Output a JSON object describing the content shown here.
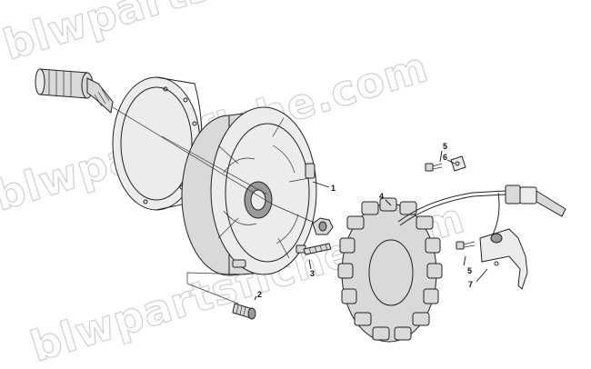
{
  "watermark": {
    "text": "blwpartsfiche.com"
  },
  "callouts": [
    {
      "id": "c1",
      "label": "1"
    },
    {
      "id": "c2",
      "label": "2"
    },
    {
      "id": "c3",
      "label": "3"
    },
    {
      "id": "c4",
      "label": "4"
    },
    {
      "id": "c5a",
      "label": "5"
    },
    {
      "id": "c6",
      "label": "6"
    },
    {
      "id": "c5b",
      "label": "5"
    },
    {
      "id": "c7",
      "label": "7"
    }
  ]
}
